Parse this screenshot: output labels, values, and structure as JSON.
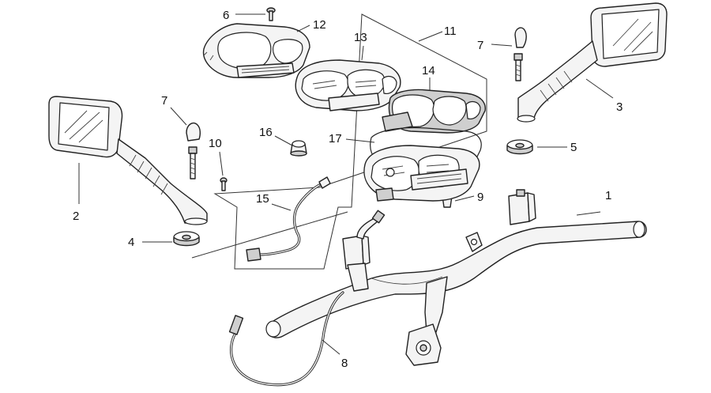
{
  "callouts": [
    {
      "id": "c1",
      "text": "1"
    },
    {
      "id": "c2",
      "text": "2"
    },
    {
      "id": "c3",
      "text": "3"
    },
    {
      "id": "c4",
      "text": "4"
    },
    {
      "id": "c5",
      "text": "5"
    },
    {
      "id": "c6",
      "text": "6"
    },
    {
      "id": "c7a",
      "text": "7"
    },
    {
      "id": "c7b",
      "text": "7"
    },
    {
      "id": "c8",
      "text": "8"
    },
    {
      "id": "c9",
      "text": "9"
    },
    {
      "id": "c10",
      "text": "10"
    },
    {
      "id": "c11",
      "text": "11"
    },
    {
      "id": "c12",
      "text": "12"
    },
    {
      "id": "c13",
      "text": "13"
    },
    {
      "id": "c14",
      "text": "14"
    },
    {
      "id": "c15",
      "text": "15"
    },
    {
      "id": "c16",
      "text": "16"
    },
    {
      "id": "c17",
      "text": "17"
    }
  ]
}
